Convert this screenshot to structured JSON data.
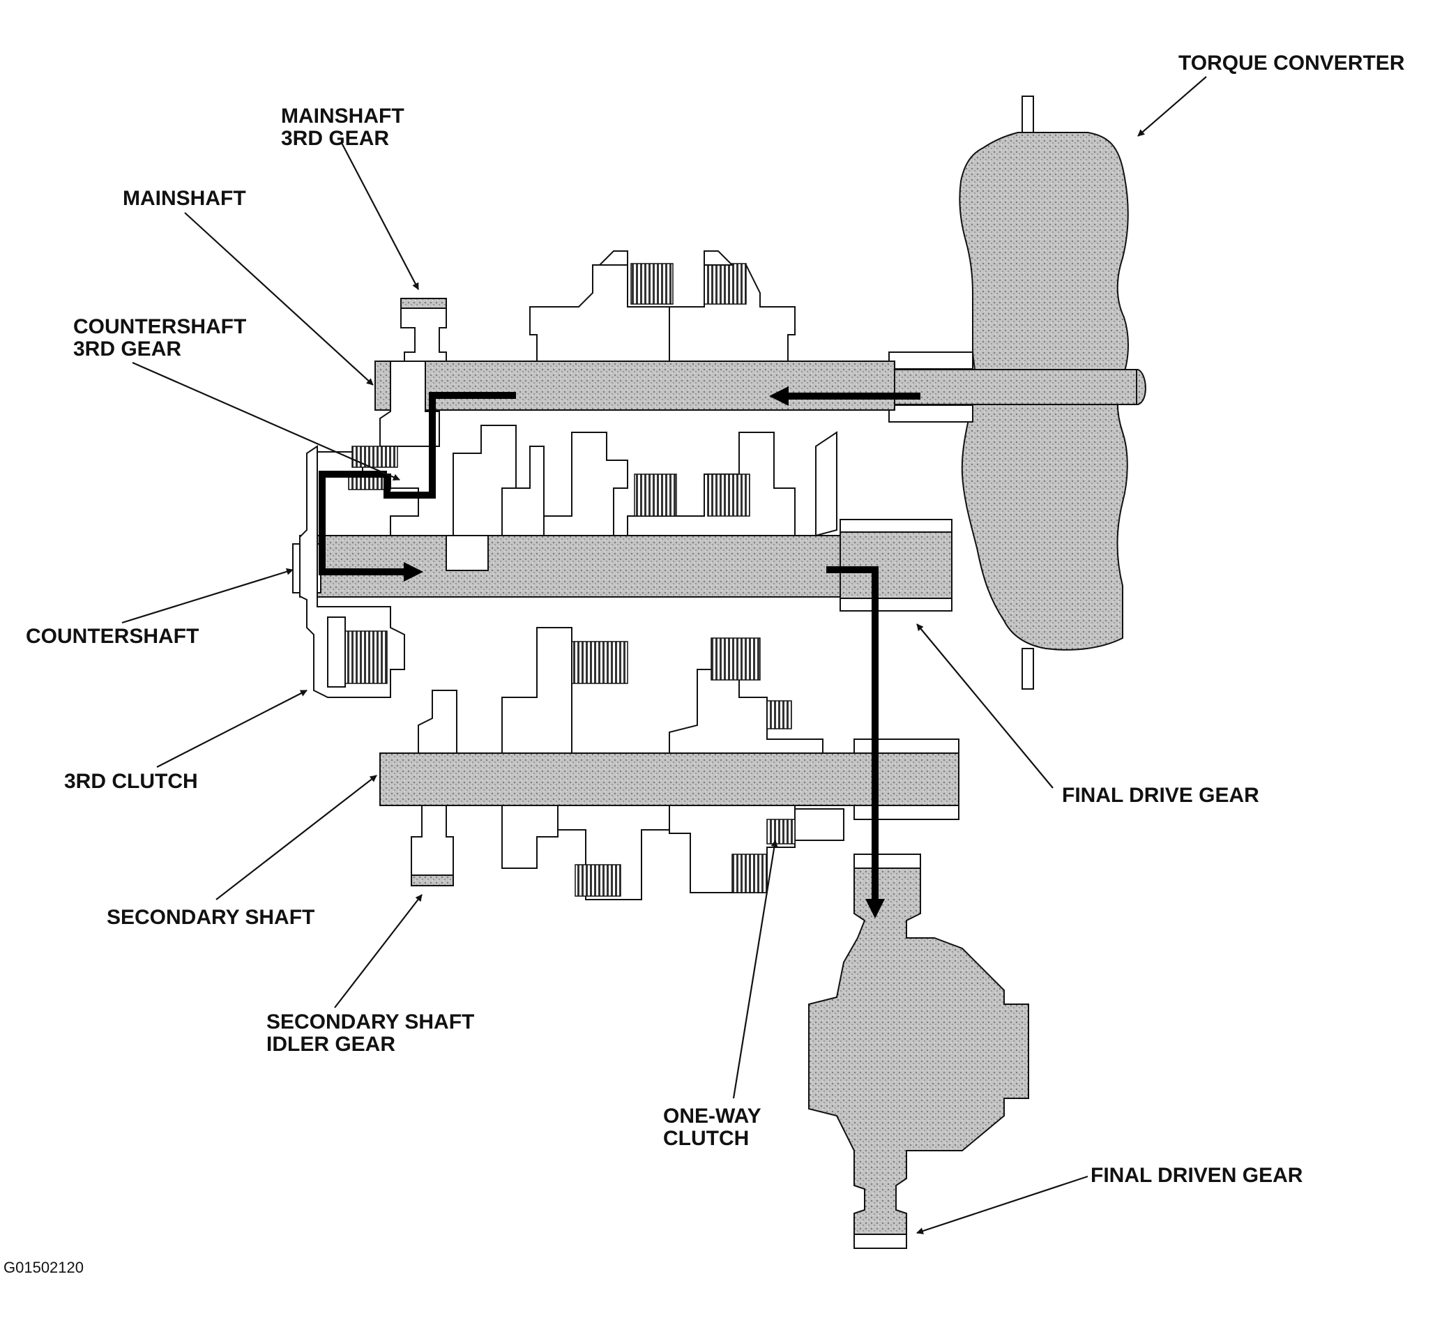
{
  "labels": {
    "torque_converter": "TORQUE CONVERTER",
    "mainshaft_3rd_gear_line1": "MAINSHAFT",
    "mainshaft_3rd_gear_line2": "3RD GEAR",
    "mainshaft": "MAINSHAFT",
    "countershaft_3rd_gear_line1": "COUNTERSHAFT",
    "countershaft_3rd_gear_line2": "3RD GEAR",
    "countershaft": "COUNTERSHAFT",
    "third_clutch": "3RD CLUTCH",
    "secondary_shaft": "SECONDARY SHAFT",
    "secondary_shaft_idler_gear_line1": "SECONDARY SHAFT",
    "secondary_shaft_idler_gear_line2": "IDLER GEAR",
    "one_way_clutch_line1": "ONE-WAY",
    "one_way_clutch_line2": "CLUTCH",
    "final_drive_gear": "FINAL DRIVE GEAR",
    "final_driven_gear": "FINAL DRIVEN GEAR"
  },
  "figure_code": "G01502120",
  "colors": {
    "ink": "#111111",
    "stipple_base": "#c4c4c4",
    "stipple_dots": "#7a7a7a",
    "power_flow": "#000000"
  }
}
